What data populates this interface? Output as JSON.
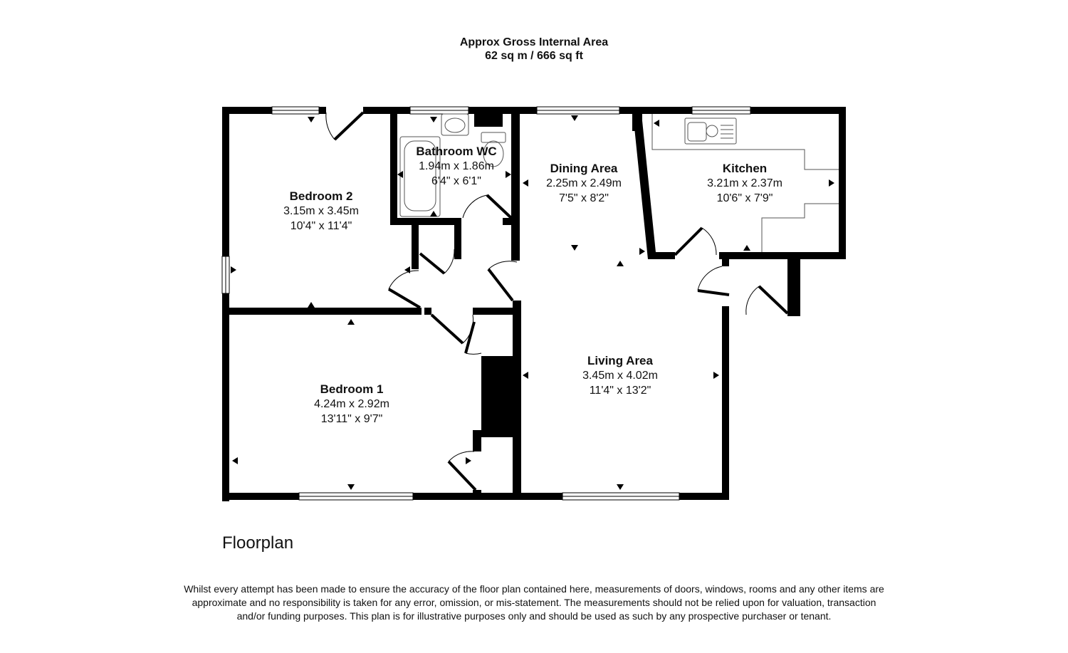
{
  "header": {
    "title": "Approx Gross Internal Area",
    "area": "62 sq m / 666 sq ft"
  },
  "rooms": [
    {
      "name": "Bedroom 2",
      "metric": "3.15m x 3.45m",
      "imperial": "10'4\" x 11'4\""
    },
    {
      "name": "Bathroom WC",
      "metric": "1.94m x 1.86m",
      "imperial": "6'4\" x 6'1\""
    },
    {
      "name": "Dining Area",
      "metric": "2.25m x 2.49m",
      "imperial": "7'5\" x 8'2\""
    },
    {
      "name": "Kitchen",
      "metric": "3.21m x 2.37m",
      "imperial": "10'6\" x 7'9\""
    },
    {
      "name": "Bedroom 1",
      "metric": "4.24m x 2.92m",
      "imperial": "13'11\" x 9'7\""
    },
    {
      "name": "Living Area",
      "metric": "3.45m x 4.02m",
      "imperial": "11'4\" x 13'2\""
    }
  ],
  "caption": "Floorplan",
  "disclaimer": "Whilst every attempt has been made to ensure the accuracy of the floor plan contained here, measurements of doors, windows, rooms and any other items are approximate and no responsibility is taken for any error, omission, or mis-statement. The measurements should not be relied upon for valuation, transaction and/or funding purposes. This plan is for illustrative purposes only and should be used as such by any prospective purchaser or tenant.",
  "colors": {
    "wall": "#000000",
    "fixture": "#666666"
  }
}
